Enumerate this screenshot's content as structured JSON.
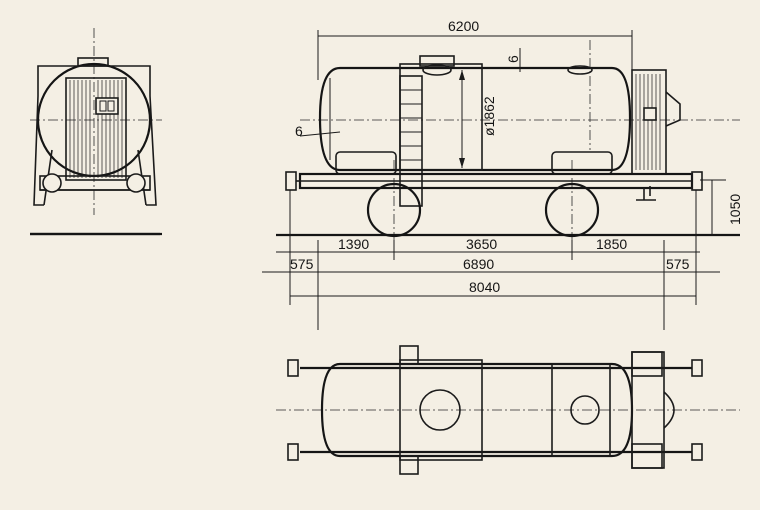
{
  "dimensions": {
    "tank_length": "6200",
    "wall_thickness_top": "6",
    "wall_thickness_left": "6",
    "tank_diameter": "ø1862",
    "buffer_height": "1050",
    "seg_left": "1390",
    "wheelbase": "3650",
    "seg_right": "1850",
    "overhang_left": "575",
    "frame_length": "6890",
    "overhang_right": "575",
    "total_length": "8040"
  }
}
